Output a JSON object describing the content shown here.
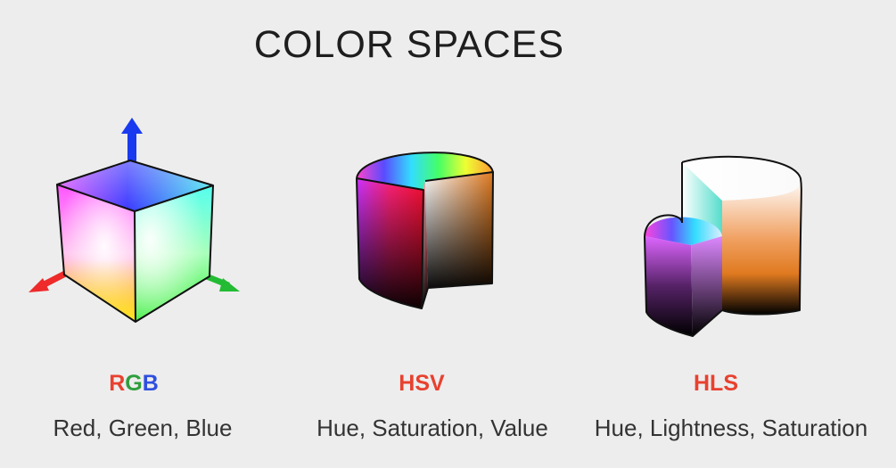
{
  "title": "COLOR SPACES",
  "spaces": [
    {
      "letters": [
        {
          "ch": "R",
          "color": "#e8412f"
        },
        {
          "ch": "G",
          "color": "#2e9e3c"
        },
        {
          "ch": "B",
          "color": "#2f4fe0"
        }
      ],
      "description": "Red, Green, Blue"
    },
    {
      "label": "HSV",
      "color": "#e8412f",
      "description": "Hue, Saturation, Value"
    },
    {
      "label": "HLS",
      "color": "#e8412f",
      "description": "Hue, Lightness, Saturation"
    }
  ],
  "axis_colors": {
    "x": "#ee2a2a",
    "y": "#22bb33",
    "z": "#1a3af0"
  }
}
